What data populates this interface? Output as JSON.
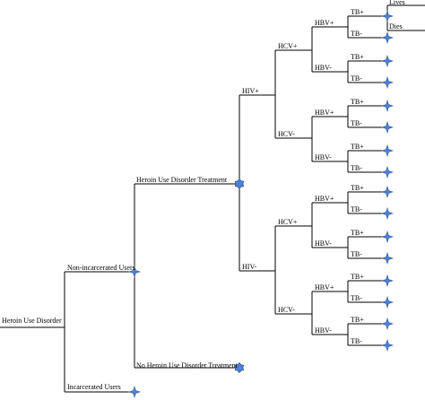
{
  "diagram": {
    "root": "Heroin Use Disorder",
    "population": {
      "non_incarcerated": "Non-incarcerated Users",
      "incarcerated": "Incarcerated Users"
    },
    "treatment": {
      "with": "Heroin Use Disorder Treatment",
      "without": "No Heroin Use Disorder Treatment"
    },
    "hiv": {
      "positive": "HIV+",
      "negative": "HIV-"
    },
    "hcv": {
      "positive": "HCV+",
      "negative": "HCV-"
    },
    "hbv": {
      "positive": "HBV+",
      "negative": "HBV-"
    },
    "tb": {
      "positive": "TB+",
      "negative": "TB-"
    },
    "outcome": {
      "lives": "Lives",
      "dies": "Dies"
    },
    "node_colors": {
      "star": "#4f81d2",
      "decision": "#4f81d2"
    }
  }
}
